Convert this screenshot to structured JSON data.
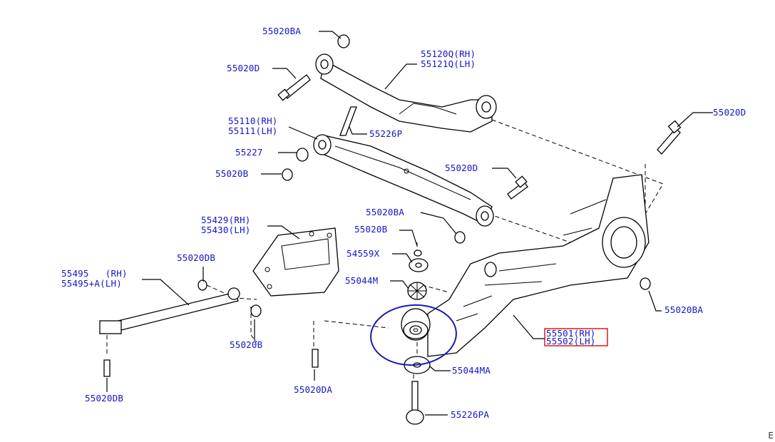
{
  "labels": {
    "l1": "55020BA",
    "l2": "55120Q(RH)",
    "l3": "55121Q(LH)",
    "l4": "55020D",
    "l5": "55020D",
    "l6": "55110(RH)",
    "l7": "55111(LH)",
    "l8": "55226P",
    "l9": "55227",
    "l10": "55020B",
    "l11": "55020D",
    "l12": "55020BA",
    "l13": "55429(RH)",
    "l14": "55430(LH)",
    "l15": "55020B",
    "l16": "54559X",
    "l17": "55020DB",
    "l18": "55495   (RH)",
    "l19": "55495+A(LH)",
    "l20": "55044M",
    "l21": "55020BA",
    "l22": "55501(RH)",
    "l23": "55502(LH)",
    "l24": "55020B",
    "l25": "55044MA",
    "l26": "55020DA",
    "l27": "55020DB",
    "l28": "55226PA"
  },
  "corner_text": "E",
  "annotation_colors": {
    "circle": "#1a1ab4",
    "box": "#e01818",
    "label": "#1414c8"
  }
}
